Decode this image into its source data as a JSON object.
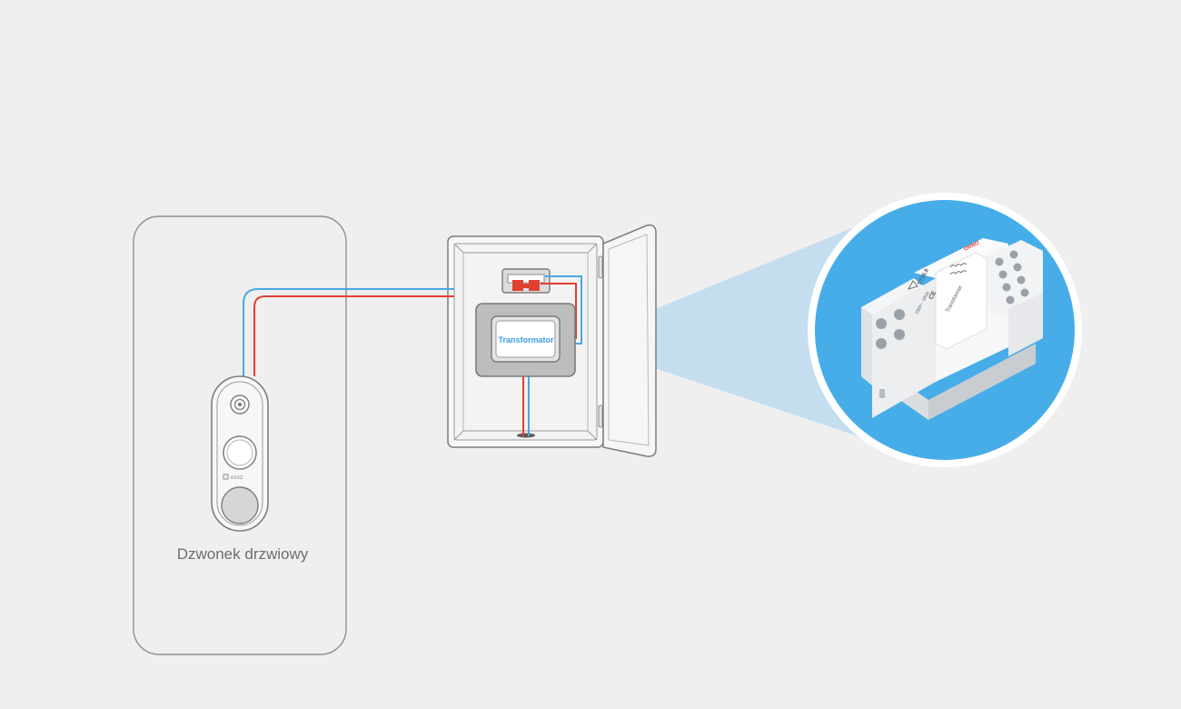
{
  "diagram": {
    "doorbell": {
      "label": "Dzwonek drzwiowy",
      "brand": "ezviz"
    },
    "panel": {
      "transformer_label": "Transformator"
    },
    "photo": {
      "device_brand": "ORNO",
      "model_text": "ST16.8",
      "type_text": "Transformer",
      "rating_text": "230V~ 16Va",
      "cert_text": "CE"
    },
    "colors": {
      "background": "#efefef",
      "outline": "#8a8a8a",
      "wire_blue": "#4aa8e0",
      "wire_red": "#e2402f",
      "circle_blue": "#47ade8",
      "beam": "#bcdaf0"
    }
  }
}
